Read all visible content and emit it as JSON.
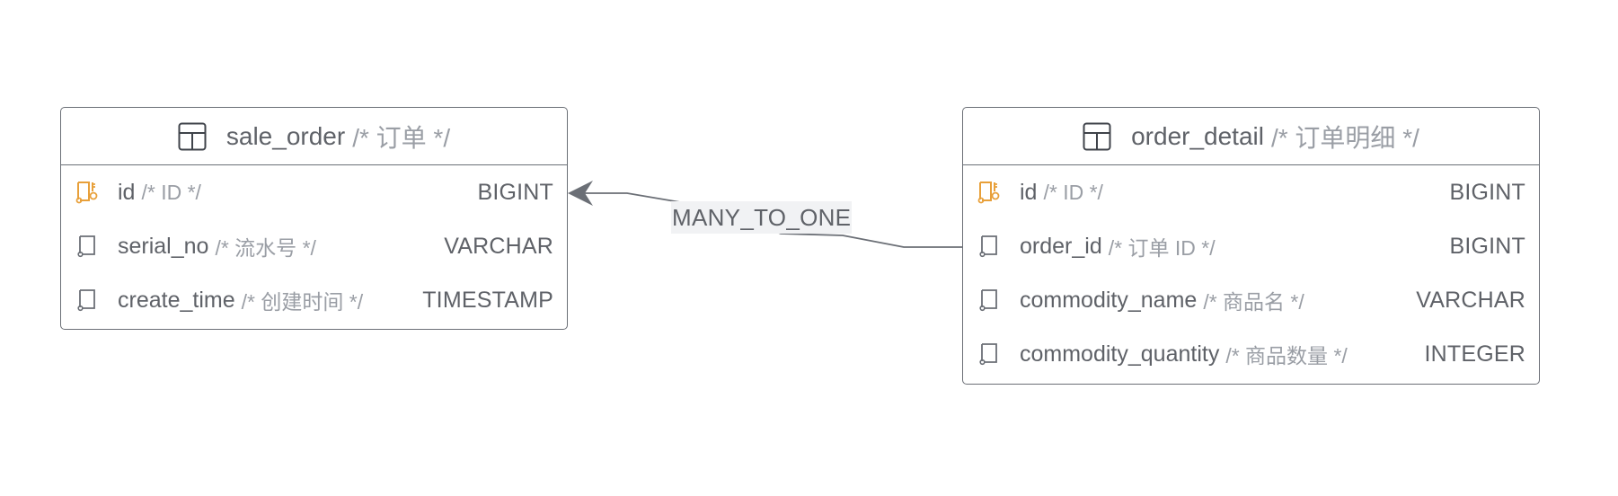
{
  "colors": {
    "border": "#6b6f76",
    "name_text": "#5f6268",
    "comment_text": "#9a9ea5",
    "primary_key_icon": "#e8a03a",
    "column_icon": "#6b6f76",
    "label_background": "#f1f2f4"
  },
  "tables": [
    {
      "name": "sale_order",
      "comment": "/* 订单 */",
      "icon": "table-grid-icon",
      "columns": [
        {
          "name": "id",
          "comment": "/* ID */",
          "type": "BIGINT",
          "icon": "primary-key-icon"
        },
        {
          "name": "serial_no",
          "comment": "/* 流水号 */",
          "type": "VARCHAR",
          "icon": "column-icon"
        },
        {
          "name": "create_time",
          "comment": "/* 创建时间 */",
          "type": "TIMESTAMP",
          "icon": "column-icon"
        }
      ]
    },
    {
      "name": "order_detail",
      "comment": "/* 订单明细 */",
      "icon": "table-grid-icon",
      "columns": [
        {
          "name": "id",
          "comment": "/* ID */",
          "type": "BIGINT",
          "icon": "primary-key-icon"
        },
        {
          "name": "order_id",
          "comment": "/* 订单 ID */",
          "type": "BIGINT",
          "icon": "column-icon"
        },
        {
          "name": "commodity_name",
          "comment": "/* 商品名 */",
          "type": "VARCHAR",
          "icon": "column-icon"
        },
        {
          "name": "commodity_quantity",
          "comment": "/* 商品数量 */",
          "type": "INTEGER",
          "icon": "column-icon"
        }
      ]
    }
  ],
  "relation": {
    "label": "MANY_TO_ONE",
    "from": "order_detail.order_id",
    "to": "sale_order.id"
  }
}
